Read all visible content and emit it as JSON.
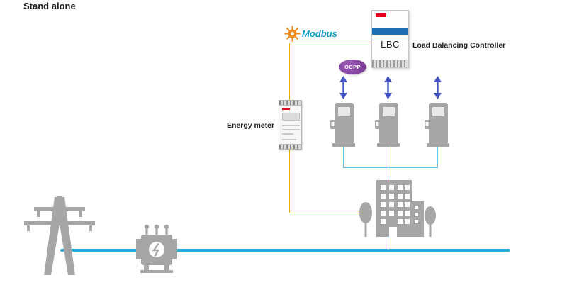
{
  "title": "Stand alone",
  "labels": {
    "modbus": "Modbus",
    "lbc": "LBC",
    "lbc_caption": "Load Balancing Controller",
    "ocpp": "OCPP",
    "energy_meter": "Energy meter"
  },
  "colors": {
    "orange-line": "#f0ad00",
    "grid-line": "#29abe2",
    "drop-line": "#63c6f0",
    "arrow": "#4353c4",
    "icon-gray": "#a6a6a6",
    "ocpp-purple": "#7d3f98",
    "modbus-orange": "#f08c1e",
    "modbus-text": "#0aa0c6",
    "lbc-band": "#1f6fb4",
    "brand-red": "#e2001a"
  },
  "diagram": {
    "chargers_count": 3,
    "nodes": [
      "grid-tower",
      "transformer",
      "energy-meter",
      "load-balancing-controller",
      "ev-charger-1",
      "ev-charger-2",
      "ev-charger-3",
      "building"
    ]
  }
}
